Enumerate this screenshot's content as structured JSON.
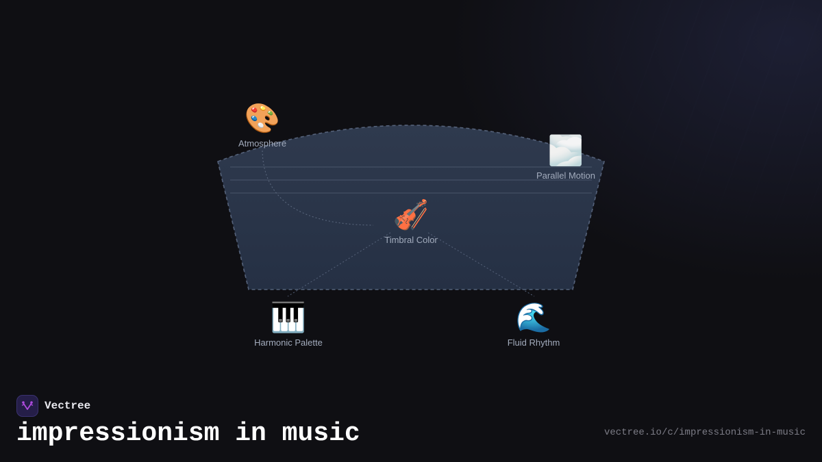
{
  "diagram": {
    "nodes": [
      {
        "id": "atmosphere",
        "label": "Atmosphere",
        "icon": "🎨",
        "icon_name": "artist-palette-icon"
      },
      {
        "id": "parallel-motion",
        "label": "Parallel Motion",
        "icon": "🌫️",
        "icon_name": "fog-icon"
      },
      {
        "id": "timbral-color",
        "label": "Timbral Color",
        "icon": "🎻",
        "icon_name": "violin-icon"
      },
      {
        "id": "harmonic-palette",
        "label": "Harmonic Palette",
        "icon": "🎹",
        "icon_name": "piano-keys-icon"
      },
      {
        "id": "fluid-rhythm",
        "label": "Fluid Rhythm",
        "icon": "🌊",
        "icon_name": "wave-icon"
      }
    ],
    "colors": {
      "background": "#0f0f13",
      "region_fill": "#2b3649",
      "region_border": "#55627a",
      "label_text": "#a3acbd"
    }
  },
  "footer": {
    "brand": "Vectree",
    "title": "impressionism in music",
    "url": "vectree.io/c/impressionism-in-music",
    "logo_color": "#b04be0"
  }
}
